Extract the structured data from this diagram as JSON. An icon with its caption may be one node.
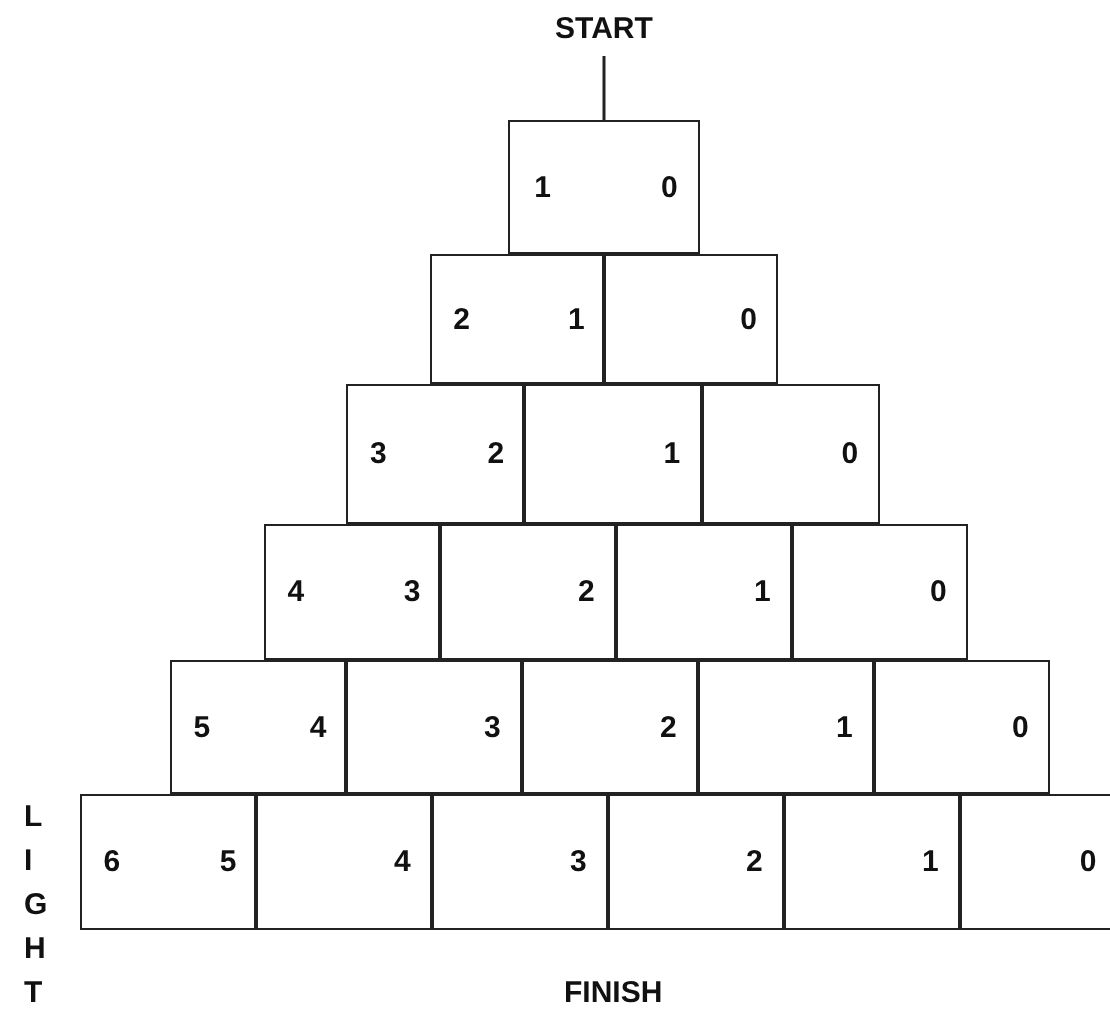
{
  "diagram": {
    "nodes": [
      {
        "text": [
          "START"
        ]
      },
      {
        "text": [
          "1",
          "0"
        ]
      },
      {
        "text": [
          "2",
          "1"
        ]
      },
      {
        "text": [
          "0"
        ]
      },
      {
        "text": [
          "3",
          "2"
        ]
      },
      {
        "text": [
          "1"
        ]
      },
      {
        "text": [
          "0"
        ]
      },
      {
        "text": [
          "4",
          "3"
        ]
      },
      {
        "text": [
          "2"
        ]
      },
      {
        "text": [
          "1"
        ]
      },
      {
        "text": [
          "0"
        ]
      },
      {
        "text": [
          "5",
          "4"
        ]
      },
      {
        "text": [
          "3"
        ]
      },
      {
        "text": [
          "2"
        ]
      },
      {
        "text": [
          "1"
        ]
      },
      {
        "text": [
          "0"
        ]
      },
      {
        "text": [
          "6",
          "5"
        ]
      },
      {
        "text": [
          "4"
        ]
      },
      {
        "text": [
          "3"
        ]
      },
      {
        "text": [
          "2"
        ]
      },
      {
        "text": [
          "1"
        ]
      },
      {
        "text": [
          "0"
        ]
      }
    ],
    "edges": [
      {
        "from": 0,
        "to": 1,
        "arrow": "none"
      }
    ],
    "labels": [
      "L",
      "I",
      "G",
      "H",
      "T",
      "FINISH"
    ]
  }
}
